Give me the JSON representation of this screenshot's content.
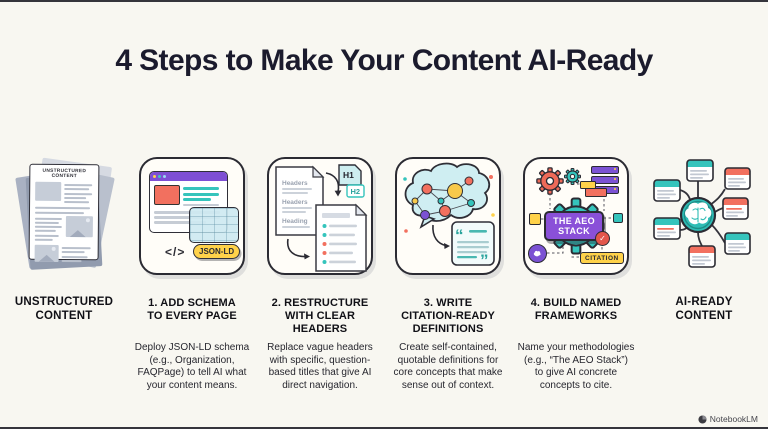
{
  "title": "4 Steps to Make Your Content AI-Ready",
  "watermark": "NotebookLM",
  "colors": {
    "background": "#f8f7f1",
    "ink": "#1b1b2d",
    "purple": "#8a50d8",
    "teal": "#35c4bc",
    "coral": "#f2705f",
    "yellow": "#ffd24a"
  },
  "columns": [
    {
      "id": "unstructured-content",
      "label": "UNSTRUCTURED\nCONTENT",
      "doc_title": "UNSTRUCTURED CONTENT"
    },
    {
      "id": "step-1",
      "heading": "1. ADD SCHEMA\nTO EVERY PAGE",
      "body": "Deploy JSON-LD schema\n(e.g., Organization,\nFAQPage) to tell AI what\nyour content means.",
      "code_glyph": "</>",
      "badge": "JSON-LD"
    },
    {
      "id": "step-2",
      "heading": "2. RESTRUCTURE\nWITH CLEAR\nHEADERS",
      "body": "Replace vague headers\nwith specific, question-\nbased titles that give AI\ndirect navigation.",
      "tags": [
        "H1",
        "H2"
      ],
      "doc_words": [
        "Headers",
        "Headers",
        "Heading"
      ]
    },
    {
      "id": "step-3",
      "heading": "3. WRITE\nCITATION-READY\nDEFINITIONS",
      "body": "Create self-contained,\nquotable definitions for\ncore concepts that make\nsense out of context.",
      "quote_open": "“",
      "quote_close": "”"
    },
    {
      "id": "step-4",
      "heading": "4. BUILD NAMED\nFRAMEWORKS",
      "body": "Name your methodologies\n(e.g., “The AEO Stack”)\nto give AI concrete\nconcepts to cite.",
      "banner": "THE AEO\nSTACK",
      "badge": "CITATION"
    },
    {
      "id": "ai-ready-content",
      "label": "AI-READY\nCONTENT"
    }
  ]
}
